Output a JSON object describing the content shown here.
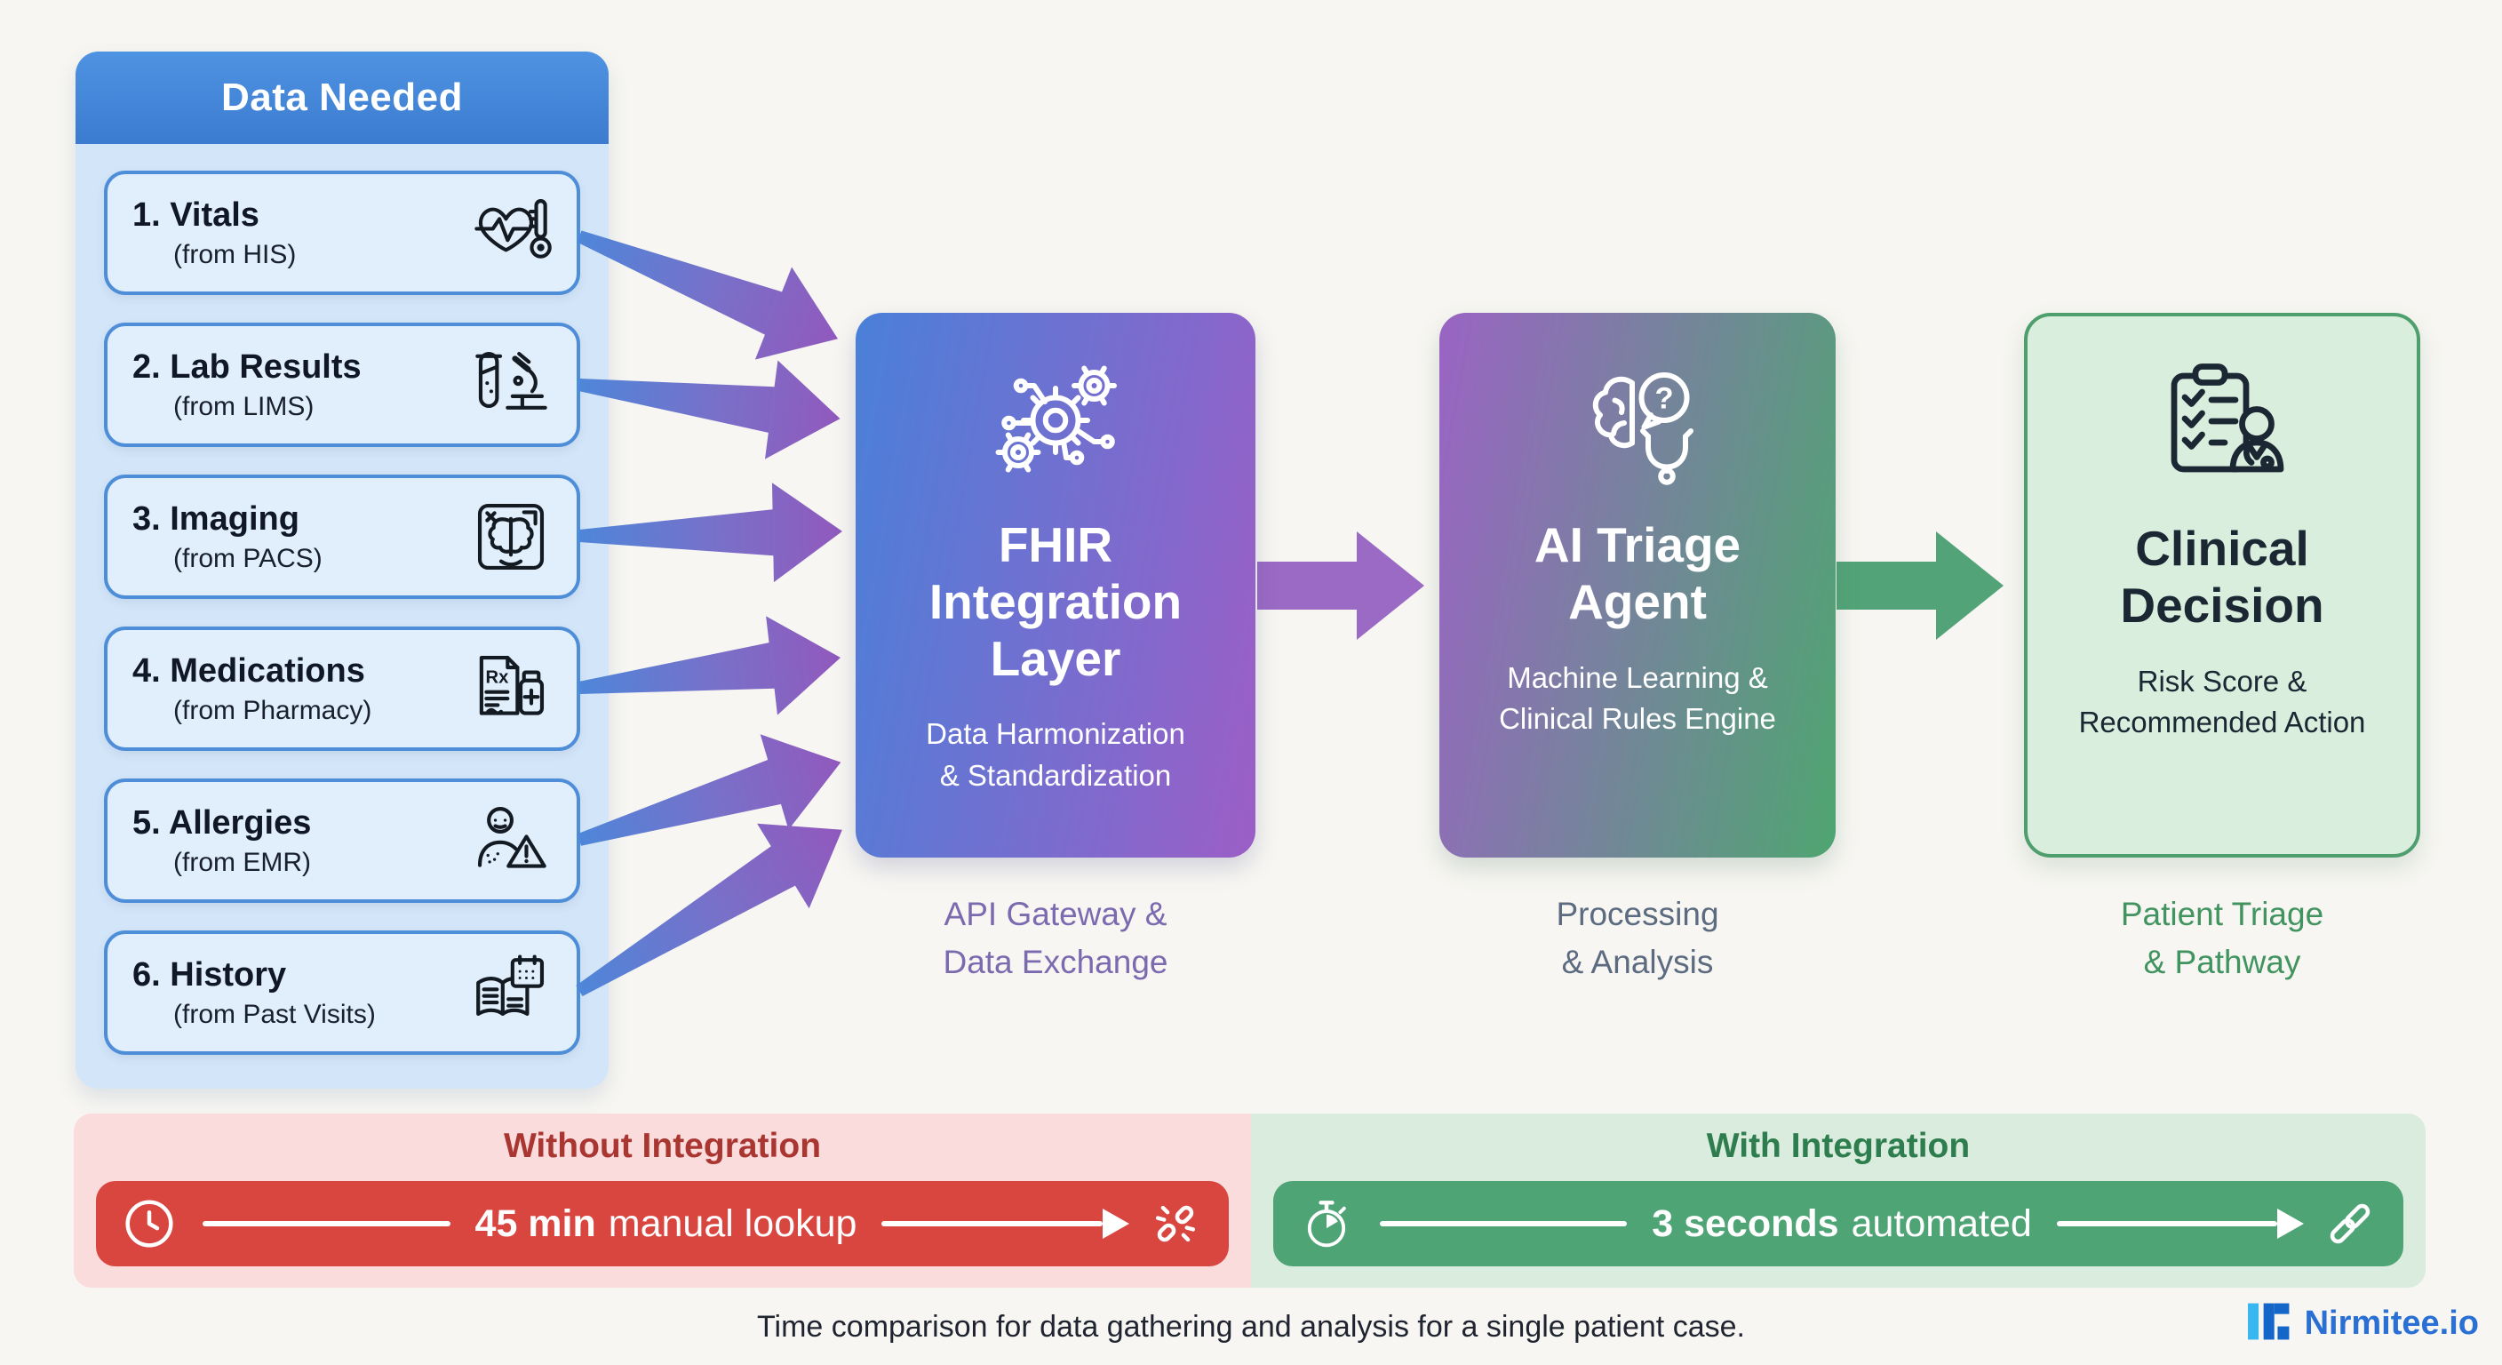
{
  "data_panel": {
    "title": "Data Needed",
    "items": [
      {
        "title": "1. Vitals",
        "source": "(from HIS)",
        "icon": "heart-pulse-thermometer-icon"
      },
      {
        "title": "2. Lab Results",
        "source": "(from LIMS)",
        "icon": "test-tube-microscope-icon"
      },
      {
        "title": "3. Imaging",
        "source": "(from PACS)",
        "icon": "xray-scan-icon"
      },
      {
        "title": "4. Medications",
        "source": "(from Pharmacy)",
        "icon": "prescription-bottle-icon"
      },
      {
        "title": "5. Allergies",
        "source": "(from EMR)",
        "icon": "allergy-warning-icon"
      },
      {
        "title": "6. History",
        "source": "(from Past Visits)",
        "icon": "book-calendar-icon"
      }
    ]
  },
  "stages": [
    {
      "title": "FHIR\nIntegration\nLayer",
      "subtitle": "Data Harmonization\n& Standardization",
      "caption": "API Gateway &\nData Exchange",
      "icon": "gears-network-icon",
      "gradient_start": "#4a80d9",
      "gradient_end": "#9c5ec6",
      "caption_color": "#7b6ab0"
    },
    {
      "title": "AI Triage\nAgent",
      "subtitle": "Machine Learning &\nClinical Rules Engine",
      "caption": "Processing\n& Analysis",
      "icon": "brain-stethoscope-icon",
      "gradient_start": "#9a64c4",
      "gradient_end": "#4fa571",
      "caption_color": "#5c6b80"
    },
    {
      "title": "Clinical\nDecision",
      "subtitle": "Risk Score &\nRecommended Action",
      "caption": "Patient Triage\n& Pathway",
      "icon": "clipboard-doctor-icon",
      "background": "#d9eedd",
      "border_color": "#4f9e6e",
      "caption_color": "#41935f"
    }
  ],
  "comparison": {
    "without": {
      "heading": "Without Integration",
      "duration": "45 min",
      "method": "manual lookup",
      "start_icon": "clock-icon",
      "end_icon": "broken-link-icon",
      "bar_color": "#d9453f",
      "panel_color": "#fadcdc"
    },
    "with": {
      "heading": "With Integration",
      "duration": "3 seconds",
      "method": "automated",
      "start_icon": "stopwatch-icon",
      "end_icon": "link-icon",
      "bar_color": "#4fa475",
      "panel_color": "#d9ecdd"
    }
  },
  "footer": {
    "caption": "Time comparison for data gathering and analysis for a single patient case.",
    "brand": "Nirmitee.io"
  },
  "colors": {
    "background": "#f7f6f2",
    "panel_blue": "#d3e5f8",
    "header_blue": "#3b7bd0",
    "card_border": "#4e8ed9",
    "arrow_blue": "#4e86d9",
    "arrow_purple": "#9159bd",
    "block_arrow_purple": "#9a6ac4",
    "block_arrow_green": "#52a478"
  }
}
